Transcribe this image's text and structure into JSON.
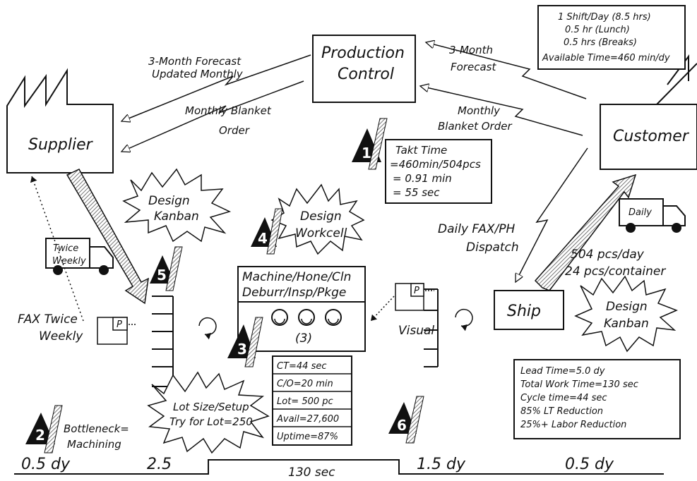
{
  "production_control": {
    "line1": "Production",
    "line2": "Control"
  },
  "supplier": {
    "label": "Supplier"
  },
  "customer": {
    "label": "Customer"
  },
  "forecast_left": {
    "line1": "3-Month Forecast",
    "line2": "Updated Monthly"
  },
  "order_left": {
    "line1": "Monthly Blanket",
    "line2": "Order"
  },
  "forecast_right": {
    "line1": "3-Month",
    "line2": "Forecast"
  },
  "order_right": {
    "line1": "Monthly",
    "line2": "Blanket Order"
  },
  "customer_req": {
    "line1": "1 Shift/Day (8.5 hrs)",
    "line2": "0.5 hr (Lunch)",
    "line3": "0.5 hrs (Breaks)",
    "line4": "Available Time=460 min/dy"
  },
  "takt": {
    "line1": "Takt Time",
    "line2": "=460min/504pcs",
    "line3": "= 0.91 min",
    "line4": "= 55 sec"
  },
  "kaizen_kanban_left": {
    "line1": "Design",
    "line2": "Kanban"
  },
  "kaizen_workcell": {
    "line1": "Design",
    "line2": "Workcell"
  },
  "kaizen_kanban_right": {
    "line1": "Design",
    "line2": "Kanban"
  },
  "kaizen_lot": {
    "line1": "Lot Size/Setup",
    "line2": "Try for Lot=250"
  },
  "truck_supplier": {
    "line1": "Twice",
    "line2": "Weekly"
  },
  "truck_customer": {
    "label": "Daily"
  },
  "fax_twice": {
    "line1": "FAX Twice",
    "line2": "Weekly"
  },
  "daily_fax": {
    "line1": "Daily FAX/PH",
    "line2": "Dispatch"
  },
  "customer_qty": {
    "line1": "504 pcs/day",
    "line2": "24 pcs/container"
  },
  "process": {
    "line1": "Machine/Hone/Cln",
    "line2": "Deburr/Insp/Pkge",
    "operators": "(3)"
  },
  "data_box": [
    "CT=44 sec",
    "C/O=20 min",
    "Lot= 500 pc",
    "Avail=27,600",
    "Uptime=87%"
  ],
  "ship": {
    "label": "Ship"
  },
  "visual": {
    "label": "Visual"
  },
  "kanban_post_letter": "P",
  "bottleneck": {
    "line1": "Bottleneck=",
    "line2": "Machining"
  },
  "summary": {
    "line1": "Lead Time=5.0 dy",
    "line2": "Total Work Time=130 sec",
    "line3": "Cycle time=44 sec",
    "line4": "85% LT Reduction",
    "line5": "25%+ Labor Reduction"
  },
  "timeline": {
    "t1": "0.5 dy",
    "t2": "2.5",
    "t3": "130 sec",
    "t4": "1.5 dy",
    "t5": "0.5 dy"
  },
  "markers": {
    "m1": "1",
    "m2": "2",
    "m3": "3",
    "m4": "4",
    "m5": "5",
    "m6": "6"
  }
}
